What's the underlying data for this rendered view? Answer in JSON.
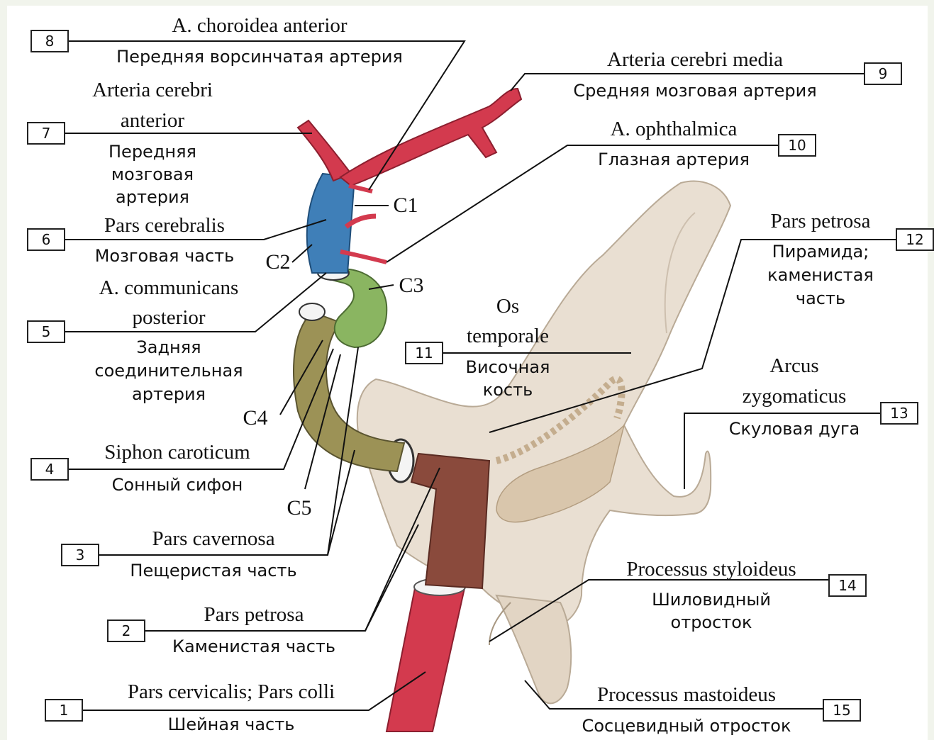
{
  "labels": {
    "l1": {
      "num": "1",
      "lat": "Pars cervicalis; Pars colli",
      "ru": "Шейная часть"
    },
    "l2": {
      "num": "2",
      "lat": "Pars petrosa",
      "ru": "Каменистая часть"
    },
    "l3": {
      "num": "3",
      "lat": "Pars cavernosa",
      "ru": "Пещеристая часть"
    },
    "l4": {
      "num": "4",
      "lat": "Siphon caroticum",
      "ru": "Сонный сифон"
    },
    "l5": {
      "num": "5",
      "lat1": "A. communicans",
      "lat2": "posterior",
      "ru1": "Задняя",
      "ru2": "соединительная",
      "ru3": "артерия"
    },
    "l6": {
      "num": "6",
      "lat": "Pars cerebralis",
      "ru": "Мозговая часть"
    },
    "l7": {
      "num": "7",
      "lat1": "Arteria cerebri",
      "lat2": "anterior",
      "ru1": "Передняя",
      "ru2": "мозговая",
      "ru3": "артерия"
    },
    "l8": {
      "num": "8",
      "lat": "A. choroidea anterior",
      "ru": "Передняя ворсинчатая артерия"
    },
    "l9": {
      "num": "9",
      "lat": "Arteria cerebri media",
      "ru": "Средняя мозговая артерия"
    },
    "l10": {
      "num": "10",
      "lat": "A. ophthalmica",
      "ru": "Глазная артерия"
    },
    "l11": {
      "num": "11",
      "lat1": "Os",
      "lat2": "temporale",
      "ru1": "Височная",
      "ru2": "кость"
    },
    "l12": {
      "num": "12",
      "lat": "Pars petrosa",
      "ru1": "Пирамида;",
      "ru2": "каменистая",
      "ru3": "часть"
    },
    "l13": {
      "num": "13",
      "lat1": "Arcus",
      "lat2": "zygomaticus",
      "ru": "Скуловая дуга"
    },
    "l14": {
      "num": "14",
      "lat": "Processus styloideus",
      "ru1": "Шиловидный",
      "ru2": "отросток"
    },
    "l15": {
      "num": "15",
      "lat": "Processus mastoideus",
      "ru": "Сосцевидный отросток"
    }
  },
  "segments": {
    "c1": "C1",
    "c2": "C2",
    "c3": "C3",
    "c4": "C4",
    "c5": "C5"
  },
  "colors": {
    "artery_red": "#d33a4e",
    "cerebral_blue": "#3f7fb8",
    "cavernous_green": "#8ab561",
    "siphon_olive": "#9c9256",
    "petrous_brown": "#8a4a3c",
    "bone": "#e8ddd0"
  }
}
